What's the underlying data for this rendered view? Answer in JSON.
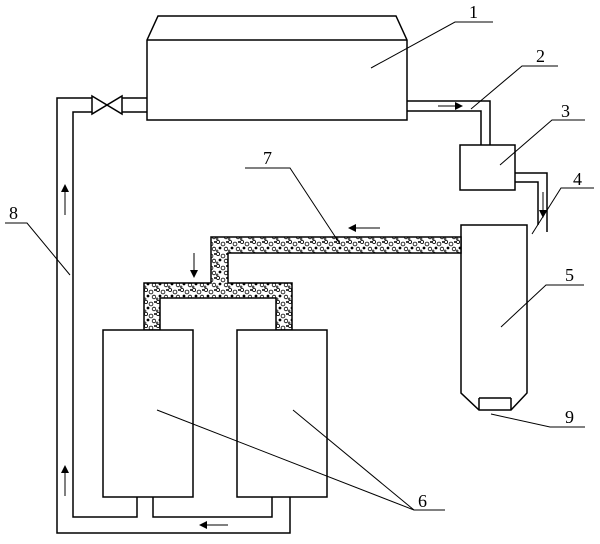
{
  "labels": {
    "c1": "1",
    "c2": "2",
    "c3": "3",
    "c4": "4",
    "c5": "5",
    "c6": "6",
    "c7": "7",
    "c8": "8",
    "c9": "9"
  },
  "icons": {
    "flow_arrow": "arrow",
    "valve": "bowtie-valve"
  }
}
